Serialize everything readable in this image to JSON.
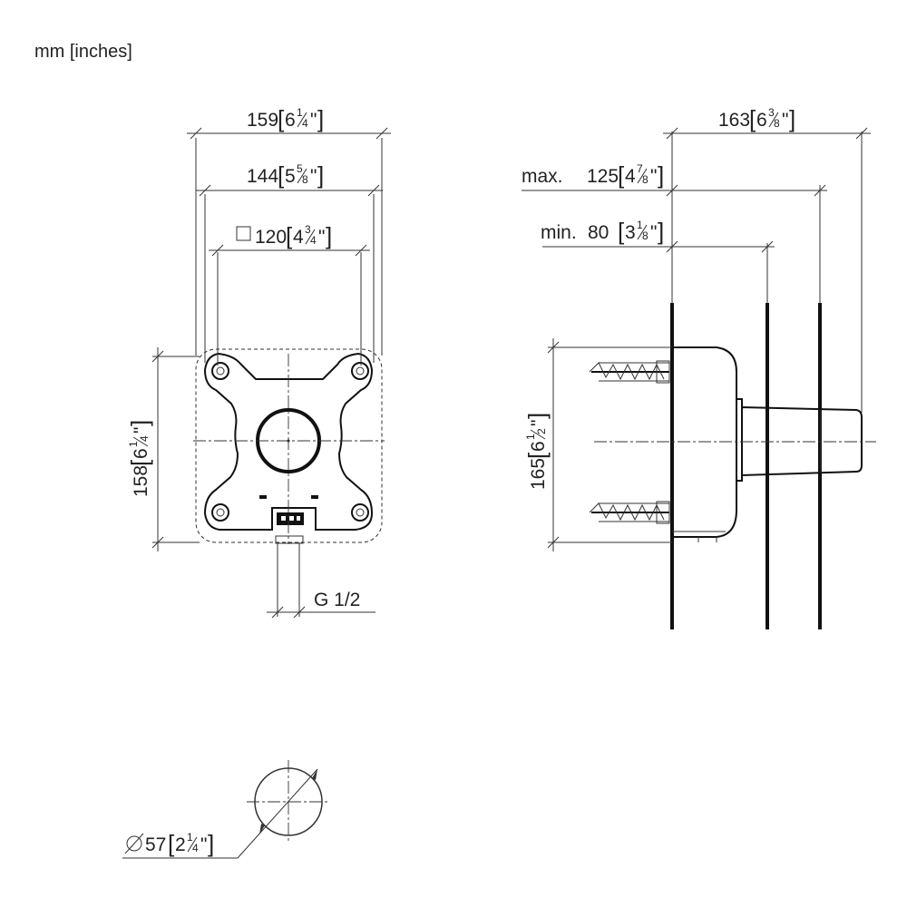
{
  "units_label": "mm [inches]",
  "front_view": {
    "overall_width": {
      "mm": "159",
      "inch_whole": "6",
      "inch_num": "1",
      "inch_den": "4"
    },
    "bolt_span": {
      "mm": "144",
      "inch_whole": "5",
      "inch_num": "5",
      "inch_den": "8"
    },
    "square": {
      "mm": "120",
      "inch_whole": "4",
      "inch_num": "3",
      "inch_den": "4"
    },
    "height": {
      "mm": "158",
      "inch_whole": "6",
      "inch_num": "1",
      "inch_den": "4"
    },
    "thread": "G 1/2"
  },
  "side_view": {
    "depth_total": {
      "mm": "163",
      "inch_whole": "6",
      "inch_num": "3",
      "inch_den": "8"
    },
    "depth_max": {
      "prefix": "max.",
      "mm": "125",
      "inch_whole": "4",
      "inch_num": "7",
      "inch_den": "8"
    },
    "depth_min": {
      "prefix": "min.",
      "mm": "80",
      "inch_whole": "3",
      "inch_num": "1",
      "inch_den": "8"
    },
    "height": {
      "mm": "165",
      "inch_whole": "6",
      "inch_num": "1",
      "inch_den": "2"
    }
  },
  "hole_detail": {
    "diameter": {
      "mm": "57",
      "inch_whole": "2",
      "inch_num": "1",
      "inch_den": "4"
    }
  }
}
